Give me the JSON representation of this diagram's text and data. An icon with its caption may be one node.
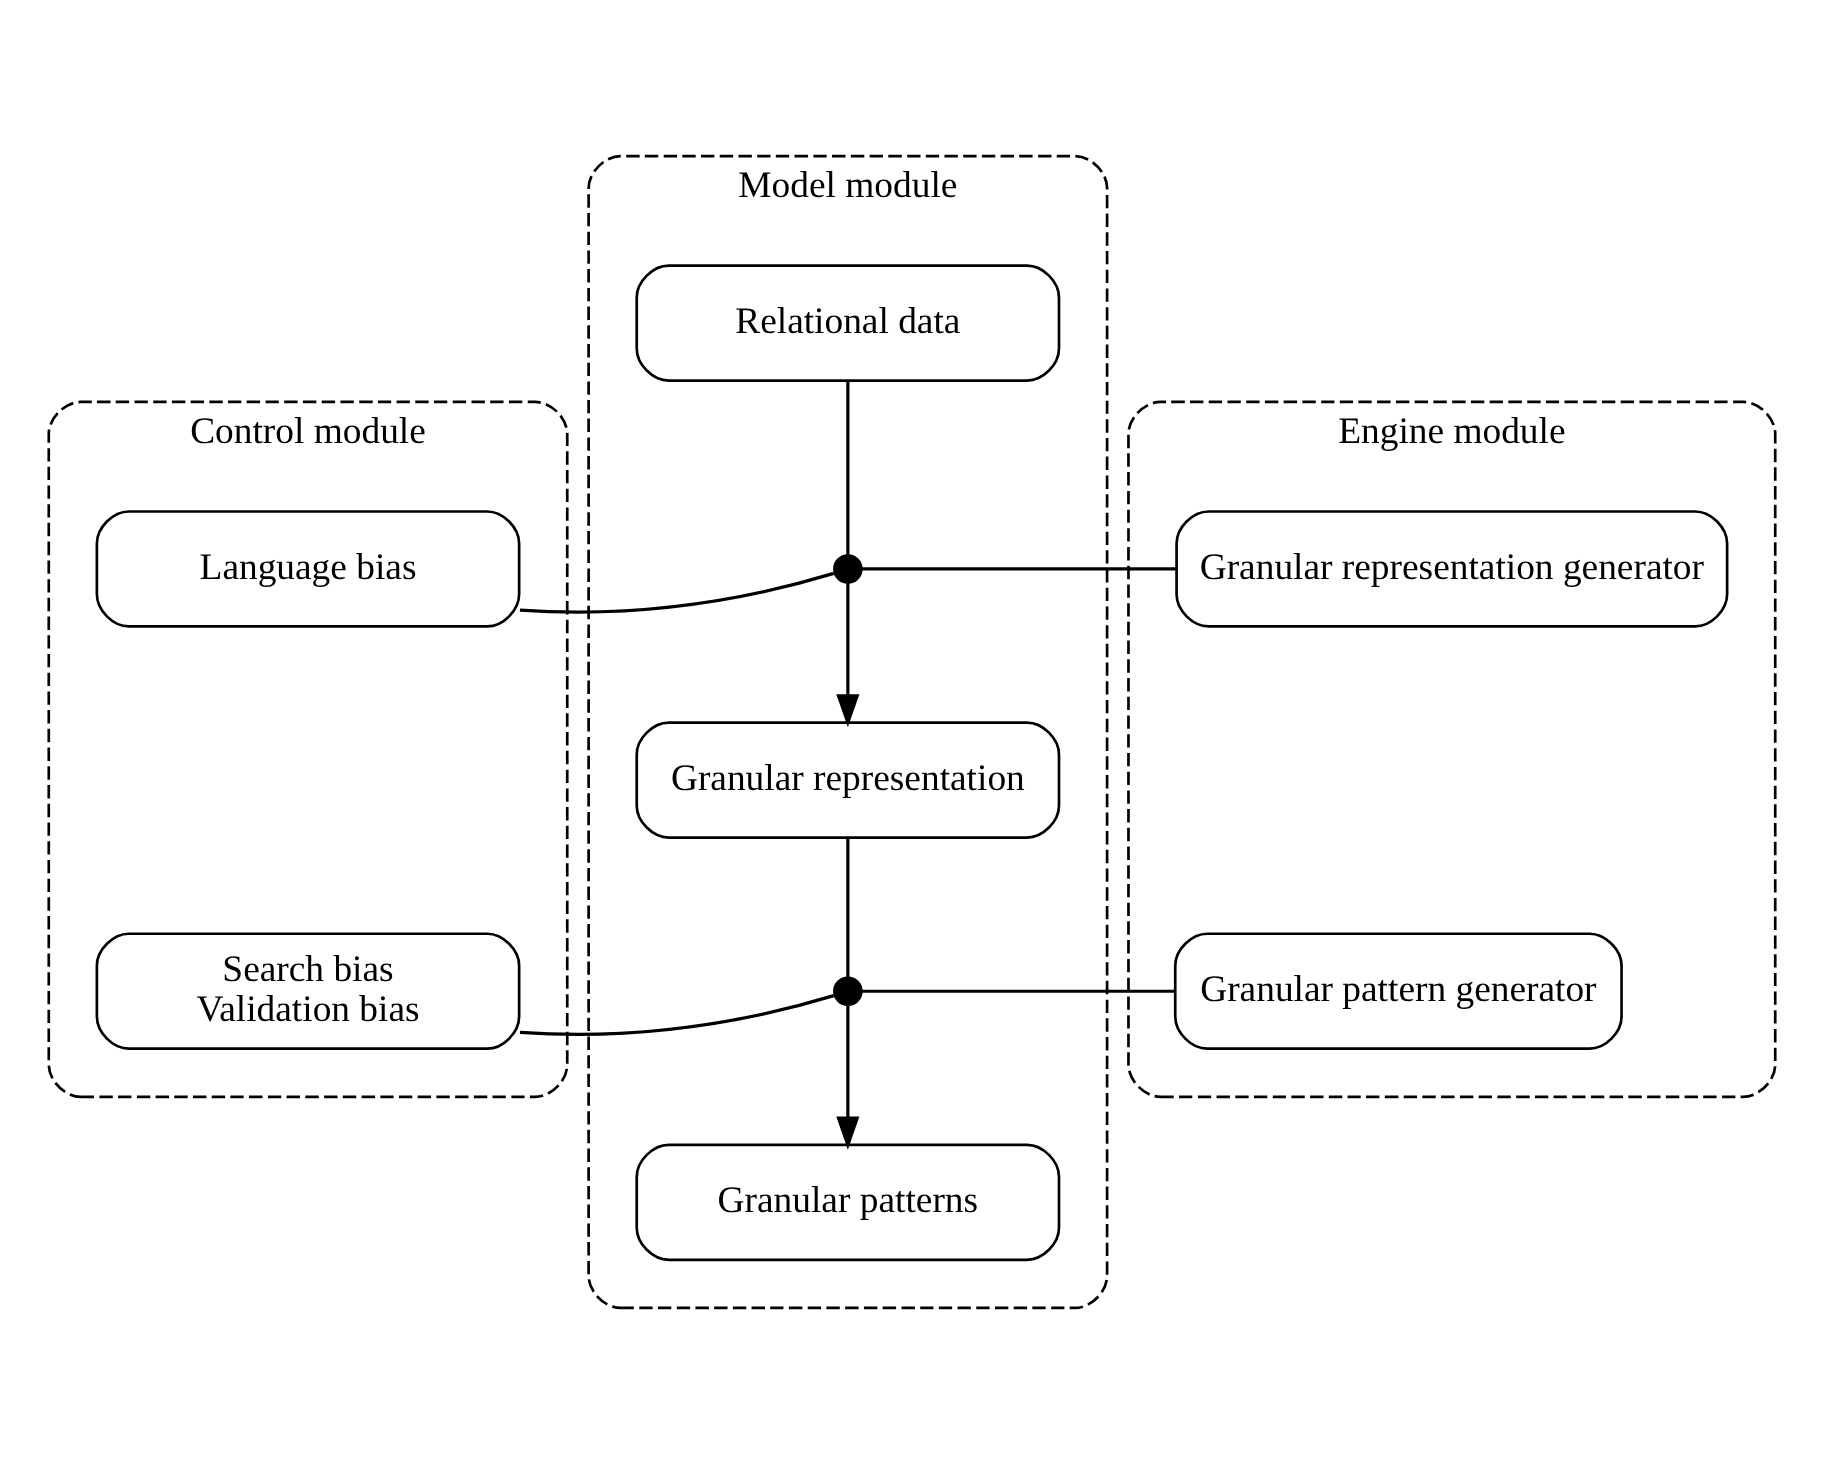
{
  "diagram": {
    "nodes": [
      {
        "text": [
          "Control module"
        ]
      },
      {
        "text": [
          "Model module"
        ]
      },
      {
        "text": [
          "Engine module"
        ]
      },
      {
        "text": [
          "Relational data"
        ],
        "in": 1
      },
      {
        "text": [
          "Language bias"
        ],
        "in": 0
      },
      {
        "text": [
          "Granular representation generator"
        ],
        "in": 2
      },
      {
        "text": [],
        "shape": "circle",
        "in": 1
      },
      {
        "text": [
          "Granular representation"
        ],
        "in": 1
      },
      {
        "text": [
          "Search bias",
          "Validation bias"
        ],
        "in": 0
      },
      {
        "text": [
          "Granular pattern generator"
        ],
        "in": 2
      },
      {
        "text": [],
        "shape": "circle",
        "in": 1
      },
      {
        "text": [
          "Granular patterns"
        ],
        "in": 1
      }
    ],
    "edges": [
      {
        "from": 3,
        "to": 6,
        "arrow": "none"
      },
      {
        "from": 4,
        "to": 6,
        "arrow": "none"
      },
      {
        "from": 5,
        "to": 6,
        "arrow": "none"
      },
      {
        "from": 6,
        "to": 7,
        "arrow": "to"
      },
      {
        "from": 7,
        "to": 10,
        "arrow": "none"
      },
      {
        "from": 8,
        "to": 10,
        "arrow": "none"
      },
      {
        "from": 9,
        "to": 10,
        "arrow": "none"
      },
      {
        "from": 10,
        "to": 11,
        "arrow": "to"
      }
    ]
  }
}
